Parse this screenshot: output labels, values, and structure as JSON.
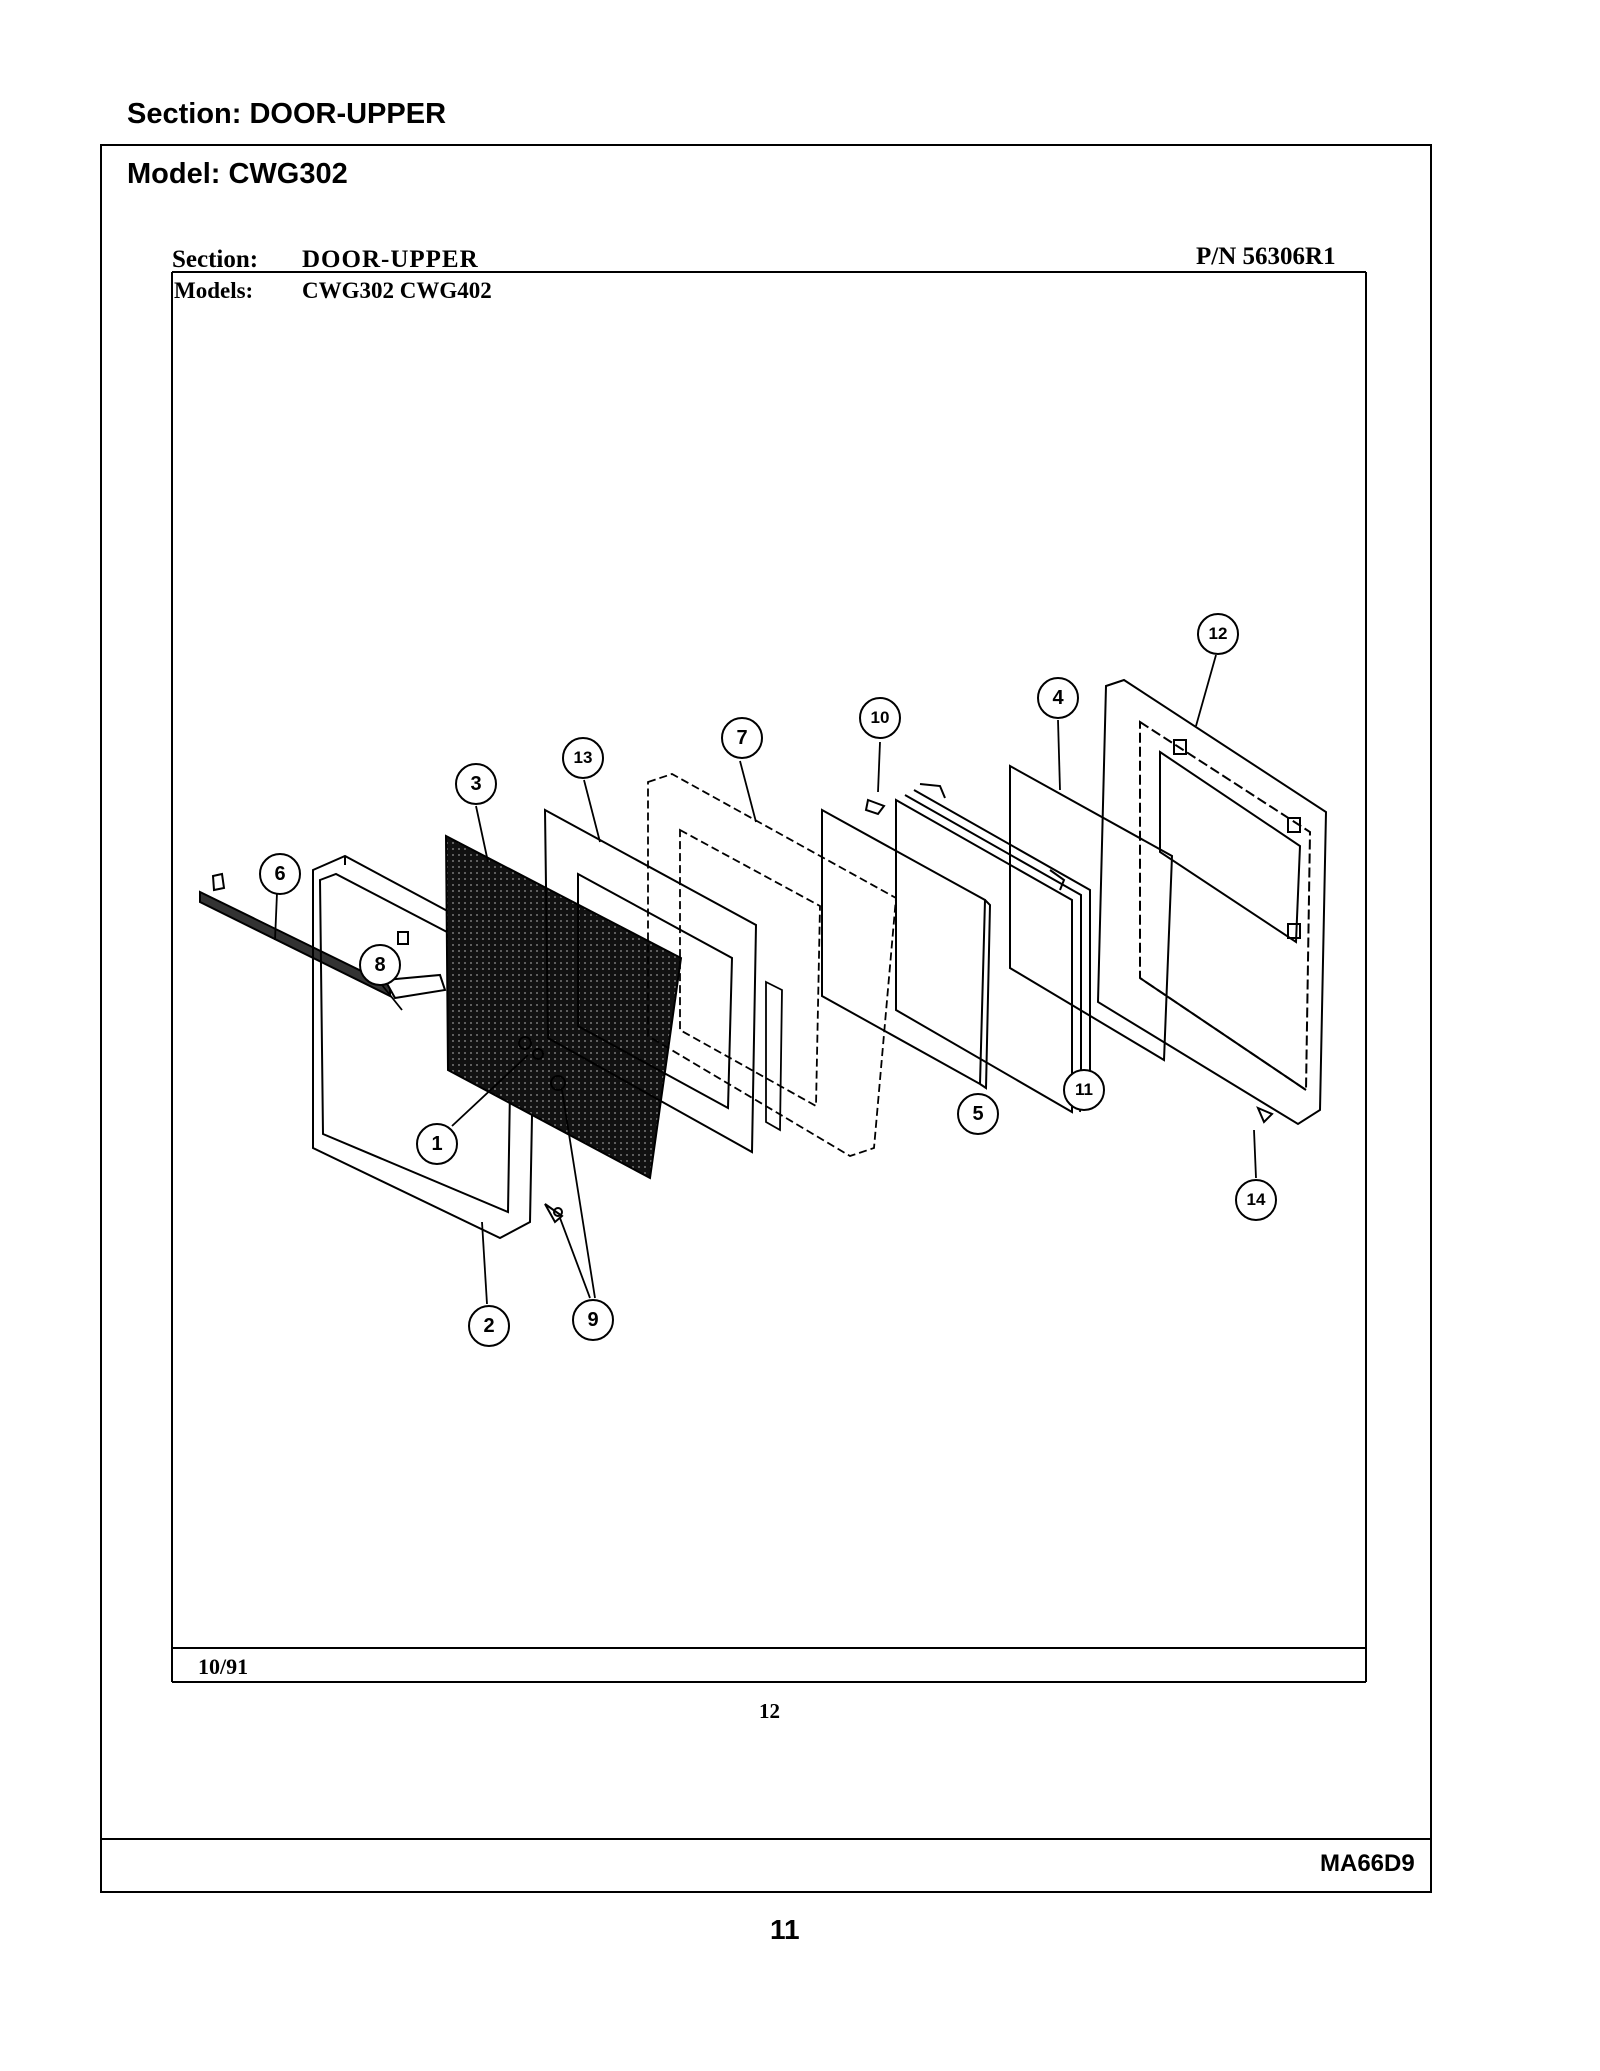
{
  "page": {
    "section_header": "Section:  DOOR-UPPER",
    "model_header": "Model:  CWG302",
    "doc_code": "MA66D9",
    "page_number": "11"
  },
  "inner_sheet": {
    "section_label": "Section:",
    "section_value": "DOOR-UPPER",
    "part_number": "P/N 56306R1",
    "models_label": "Models:",
    "models_value": "CWG302  CWG402",
    "date": "10/91",
    "page_number": "12"
  },
  "callouts": [
    "1",
    "2",
    "3",
    "4",
    "5",
    "6",
    "7",
    "8",
    "9",
    "10",
    "11",
    "12",
    "13",
    "14"
  ]
}
